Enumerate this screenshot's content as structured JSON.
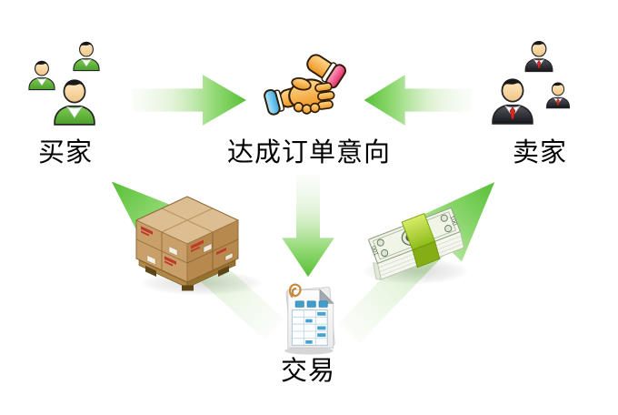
{
  "diagram": {
    "background_color": "#ffffff",
    "arrow_color": "#57bf35",
    "nodes": {
      "buyers": {
        "label": "买家",
        "icon": "buyers-group-icon"
      },
      "agreement": {
        "label": "达成订单意向",
        "icon": "handshake-icon"
      },
      "sellers": {
        "label": "卖家",
        "icon": "sellers-group-icon"
      },
      "transaction": {
        "label": "交易",
        "icon": "order-sheet-icon"
      },
      "goods": {
        "icon": "cargo-boxes-pallet-icon"
      },
      "payment": {
        "icon": "money-stack-icon",
        "denomination": "100"
      }
    },
    "arrows": [
      {
        "name": "buyers-to-agreement",
        "direction": "right"
      },
      {
        "name": "sellers-to-agreement",
        "direction": "left"
      },
      {
        "name": "agreement-to-transaction",
        "direction": "down"
      },
      {
        "name": "transaction-to-goods",
        "direction": "up-left"
      },
      {
        "name": "transaction-to-payment",
        "direction": "up-right"
      }
    ],
    "colors": {
      "buyer_vest_green": "#5cb434",
      "seller_suit": "#1c1c22",
      "seller_tie_red": "#d52a22",
      "skin_tone": "#f2cc8f",
      "handshake_cuff_left_blue": "#62c7f2",
      "handshake_cuff_right_pink": "#f8518d",
      "box_cardboard": "#c9a06a",
      "money_band_green": "#8fbc1b",
      "document_tab_blue": "#3f9ecb"
    }
  }
}
